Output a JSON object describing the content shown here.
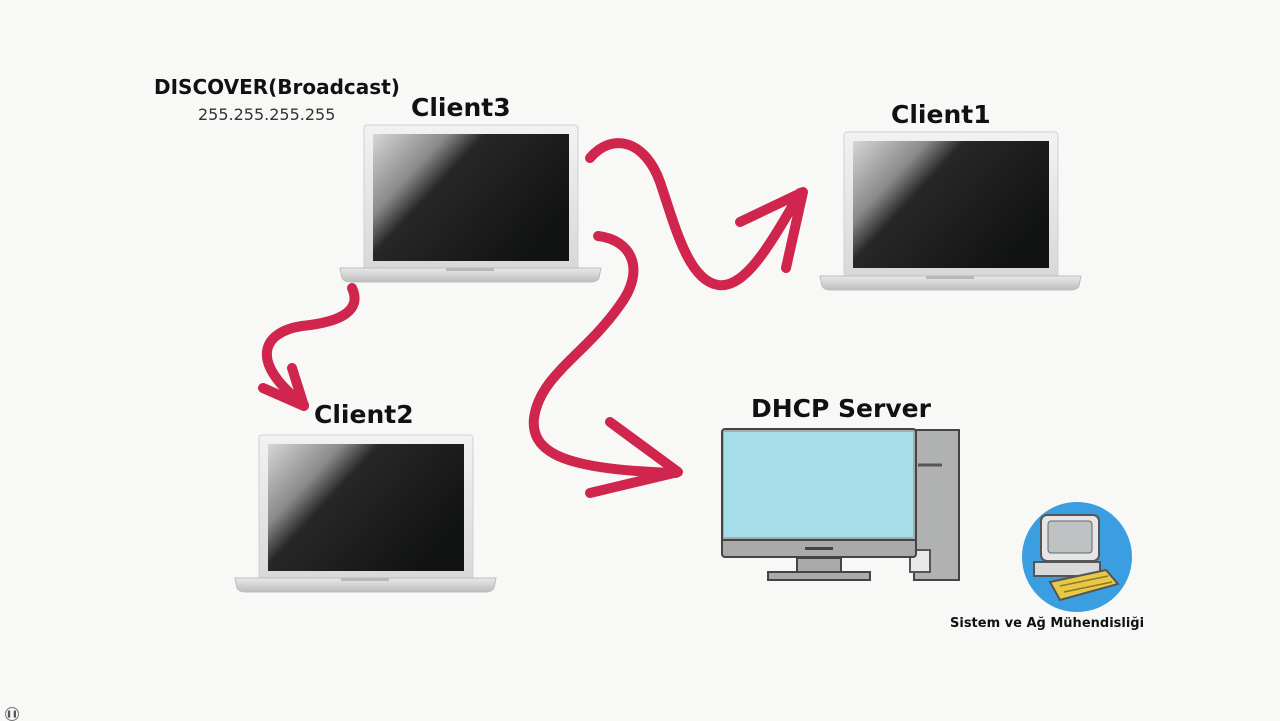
{
  "discover": {
    "title": "DISCOVER(Broadcast)",
    "address": "255.255.255.255"
  },
  "nodes": {
    "client3": "Client3",
    "client1": "Client1",
    "client2": "Client2",
    "server": "DHCP Server"
  },
  "brand": {
    "name": "Sistem ve Ağ Mühendisliği"
  },
  "colors": {
    "arrow": "#d0254c",
    "server_screen": "#a5dde8",
    "server_body": "#a9abaa",
    "background": "#f8f9f7",
    "badge": "#3a9ee0"
  },
  "icons": {
    "pause": "pause-icon"
  }
}
